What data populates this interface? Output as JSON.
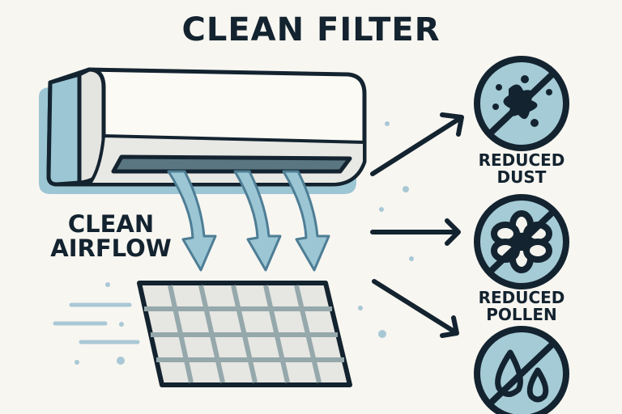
{
  "title": "CLEAN FILTER",
  "airflow_label": {
    "line1": "CLEAN",
    "line2": "AIRFLOW"
  },
  "benefits": [
    {
      "line1": "REDUCED",
      "line2": "DUST",
      "icon": "no-dust-icon"
    },
    {
      "line1": "REDUCED",
      "line2": "POLLEN",
      "icon": "no-pollen-icon"
    },
    {
      "line1": "",
      "line2": "",
      "icon": "no-moisture-icon"
    }
  ],
  "colors": {
    "background": "#f8f6f1",
    "outline": "#13232f",
    "accent_blue": "#9cc6d4",
    "vent_gray": "#5a7680",
    "filter_grid": "#95a8ab",
    "filter_cell": "#e6e6e2"
  }
}
